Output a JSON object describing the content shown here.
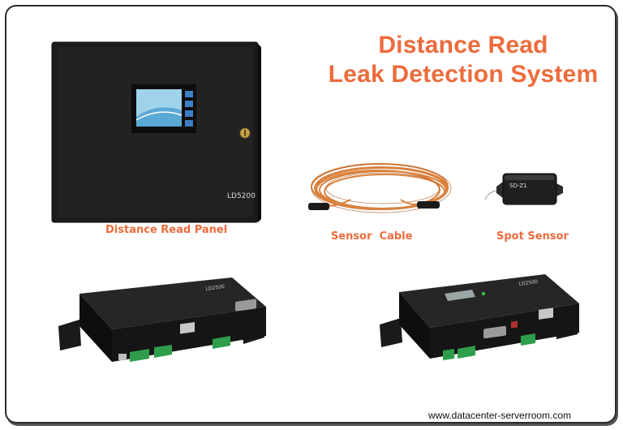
{
  "title": {
    "line1": "Distance Read",
    "line2": "Leak Detection System"
  },
  "products": {
    "panel": {
      "caption": "Distance Read Panel",
      "model_label": "LD5200"
    },
    "sensor_cable": {
      "caption": "Sensor  Cable"
    },
    "spot_sensor": {
      "caption": "Spot Sensor",
      "model_label": "SD-Z1"
    },
    "controller_left": {
      "model_label": "LD2500"
    },
    "controller_right": {
      "model_label": "LD2500"
    }
  },
  "footer": {
    "url": "www.datacenter-serverroom.com"
  },
  "colors": {
    "accent": "#ec6b3b",
    "device_body": "#1a1a1a",
    "terminal_green": "#2e9e4a",
    "cable_orange": "#d9813e"
  }
}
